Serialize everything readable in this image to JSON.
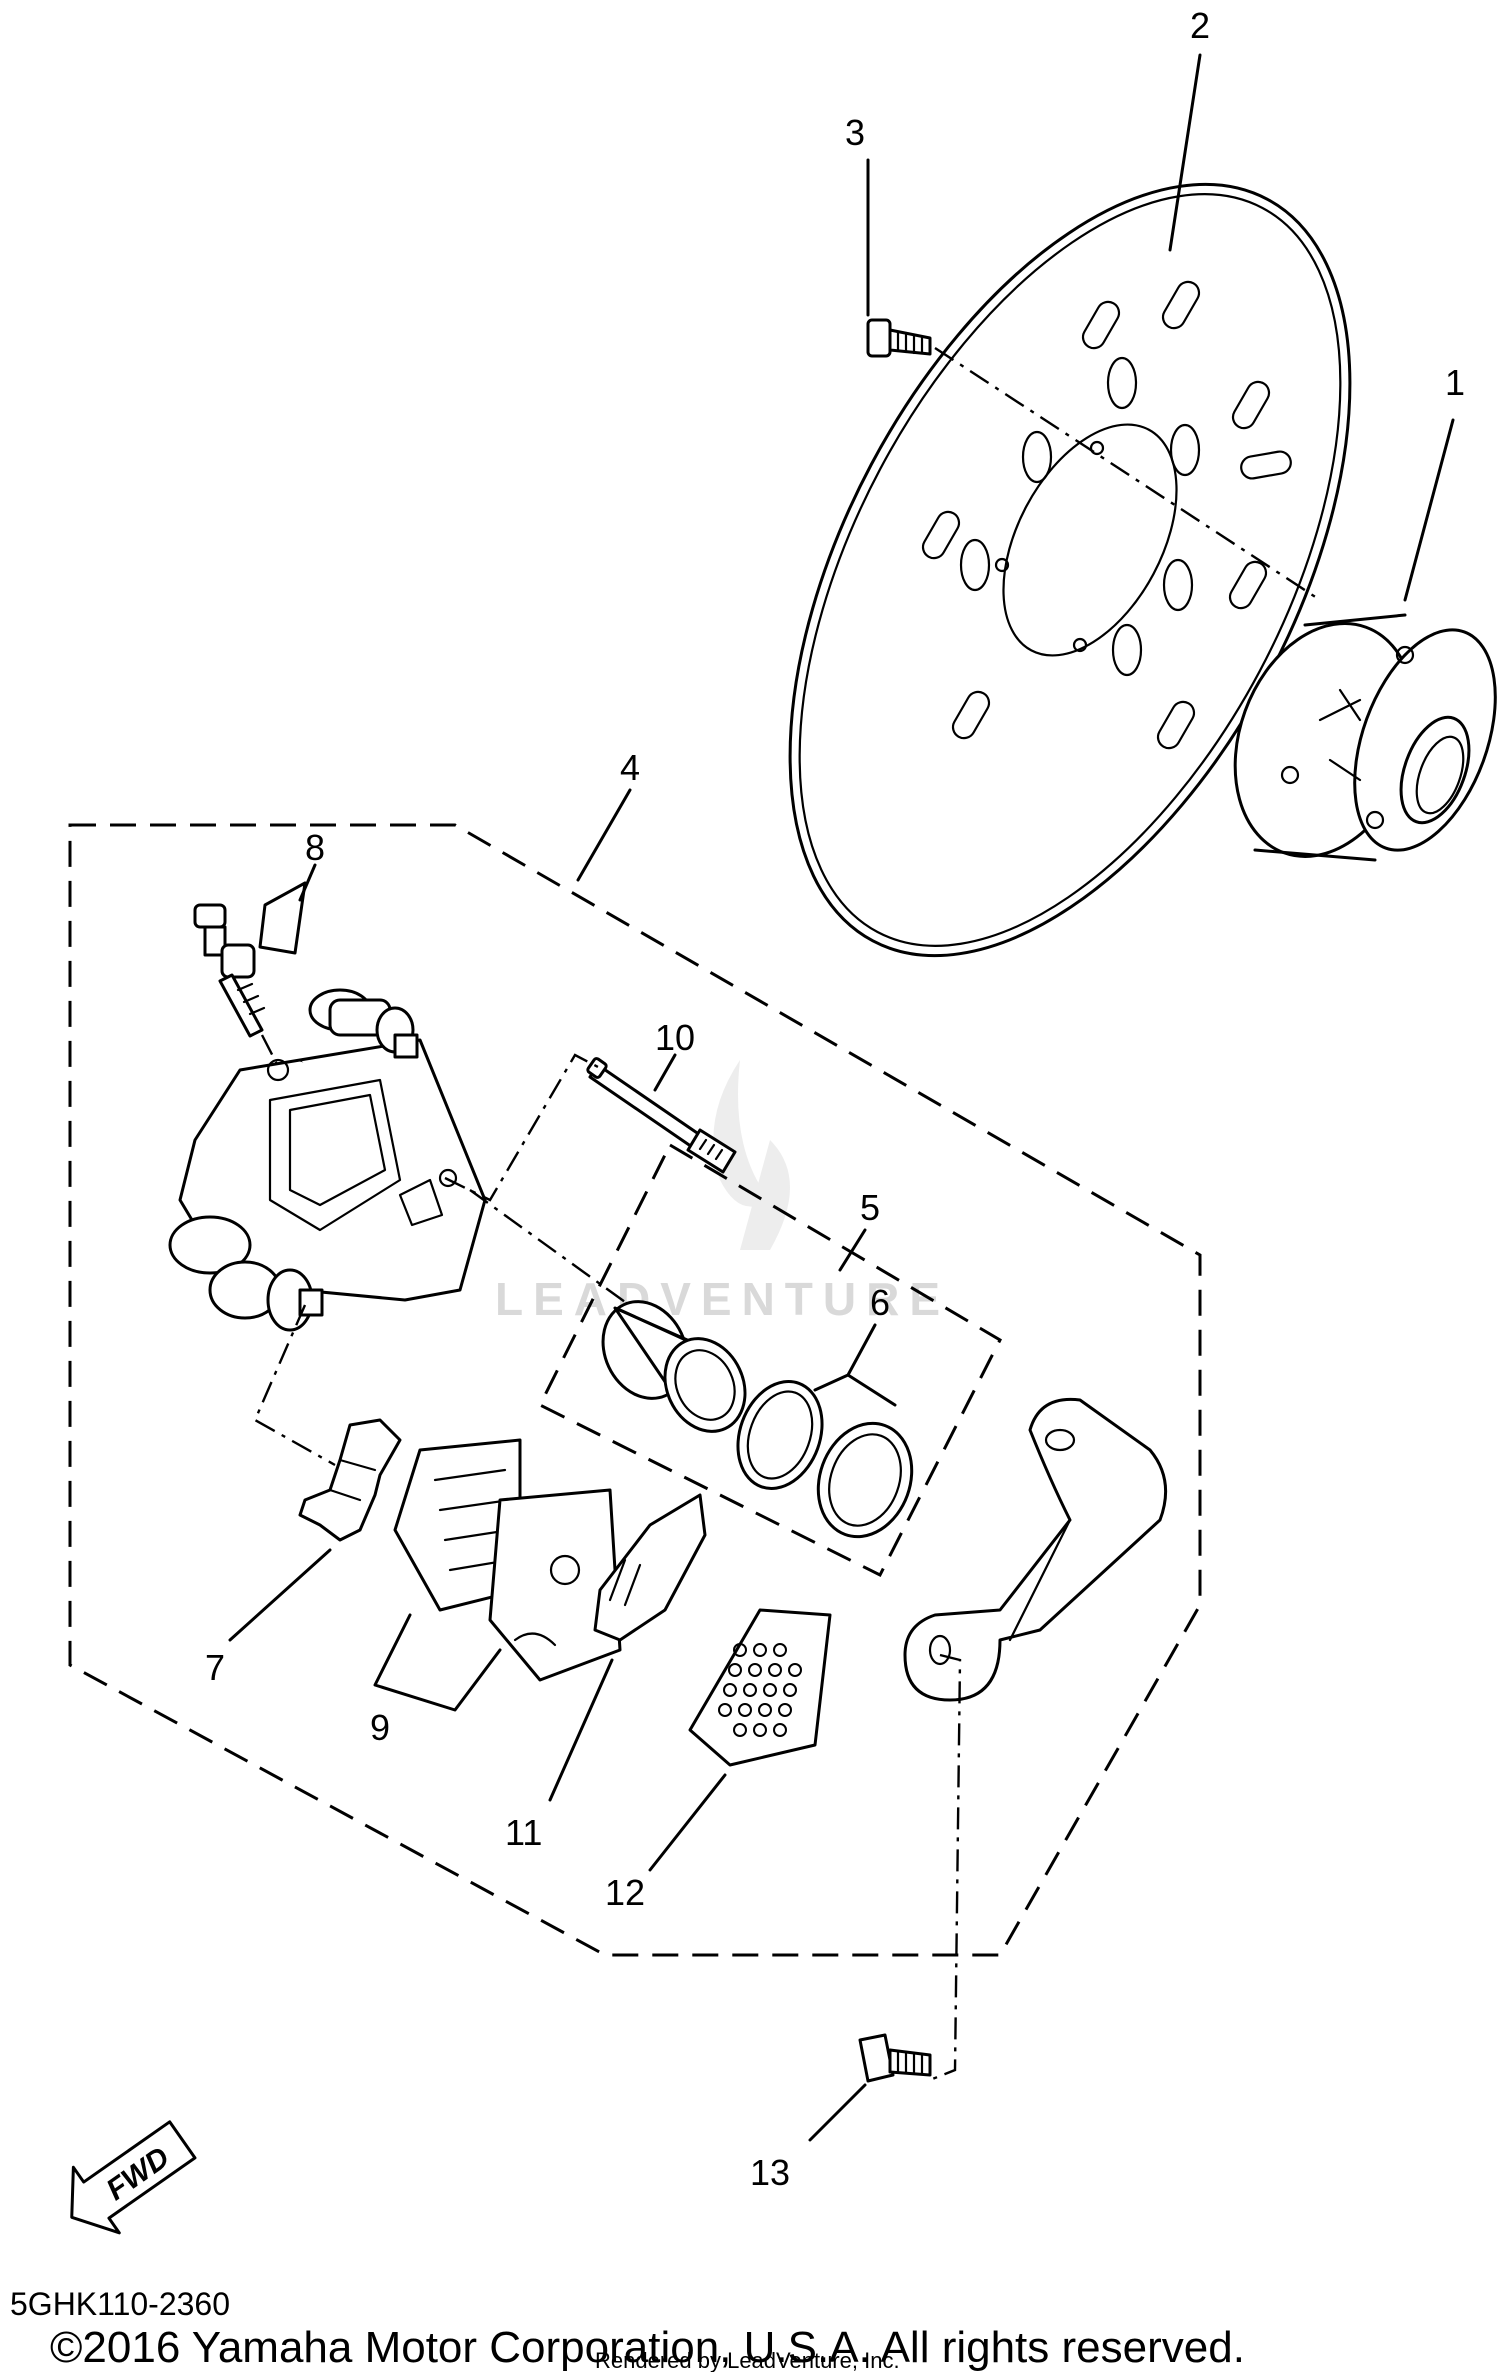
{
  "diagram": {
    "callouts": [
      "1",
      "2",
      "3",
      "4",
      "5",
      "6",
      "7",
      "8",
      "9",
      "10",
      "11",
      "12",
      "13"
    ],
    "fwd_label": "FWD",
    "watermark": "LEADVENTURE",
    "diagram_code": "5GHK110-2360",
    "copyright": "©2016 Yamaha Motor Corporation, U.S.A. All rights reserved.",
    "rendered_by": "Rendered by LeadVenture, Inc."
  }
}
